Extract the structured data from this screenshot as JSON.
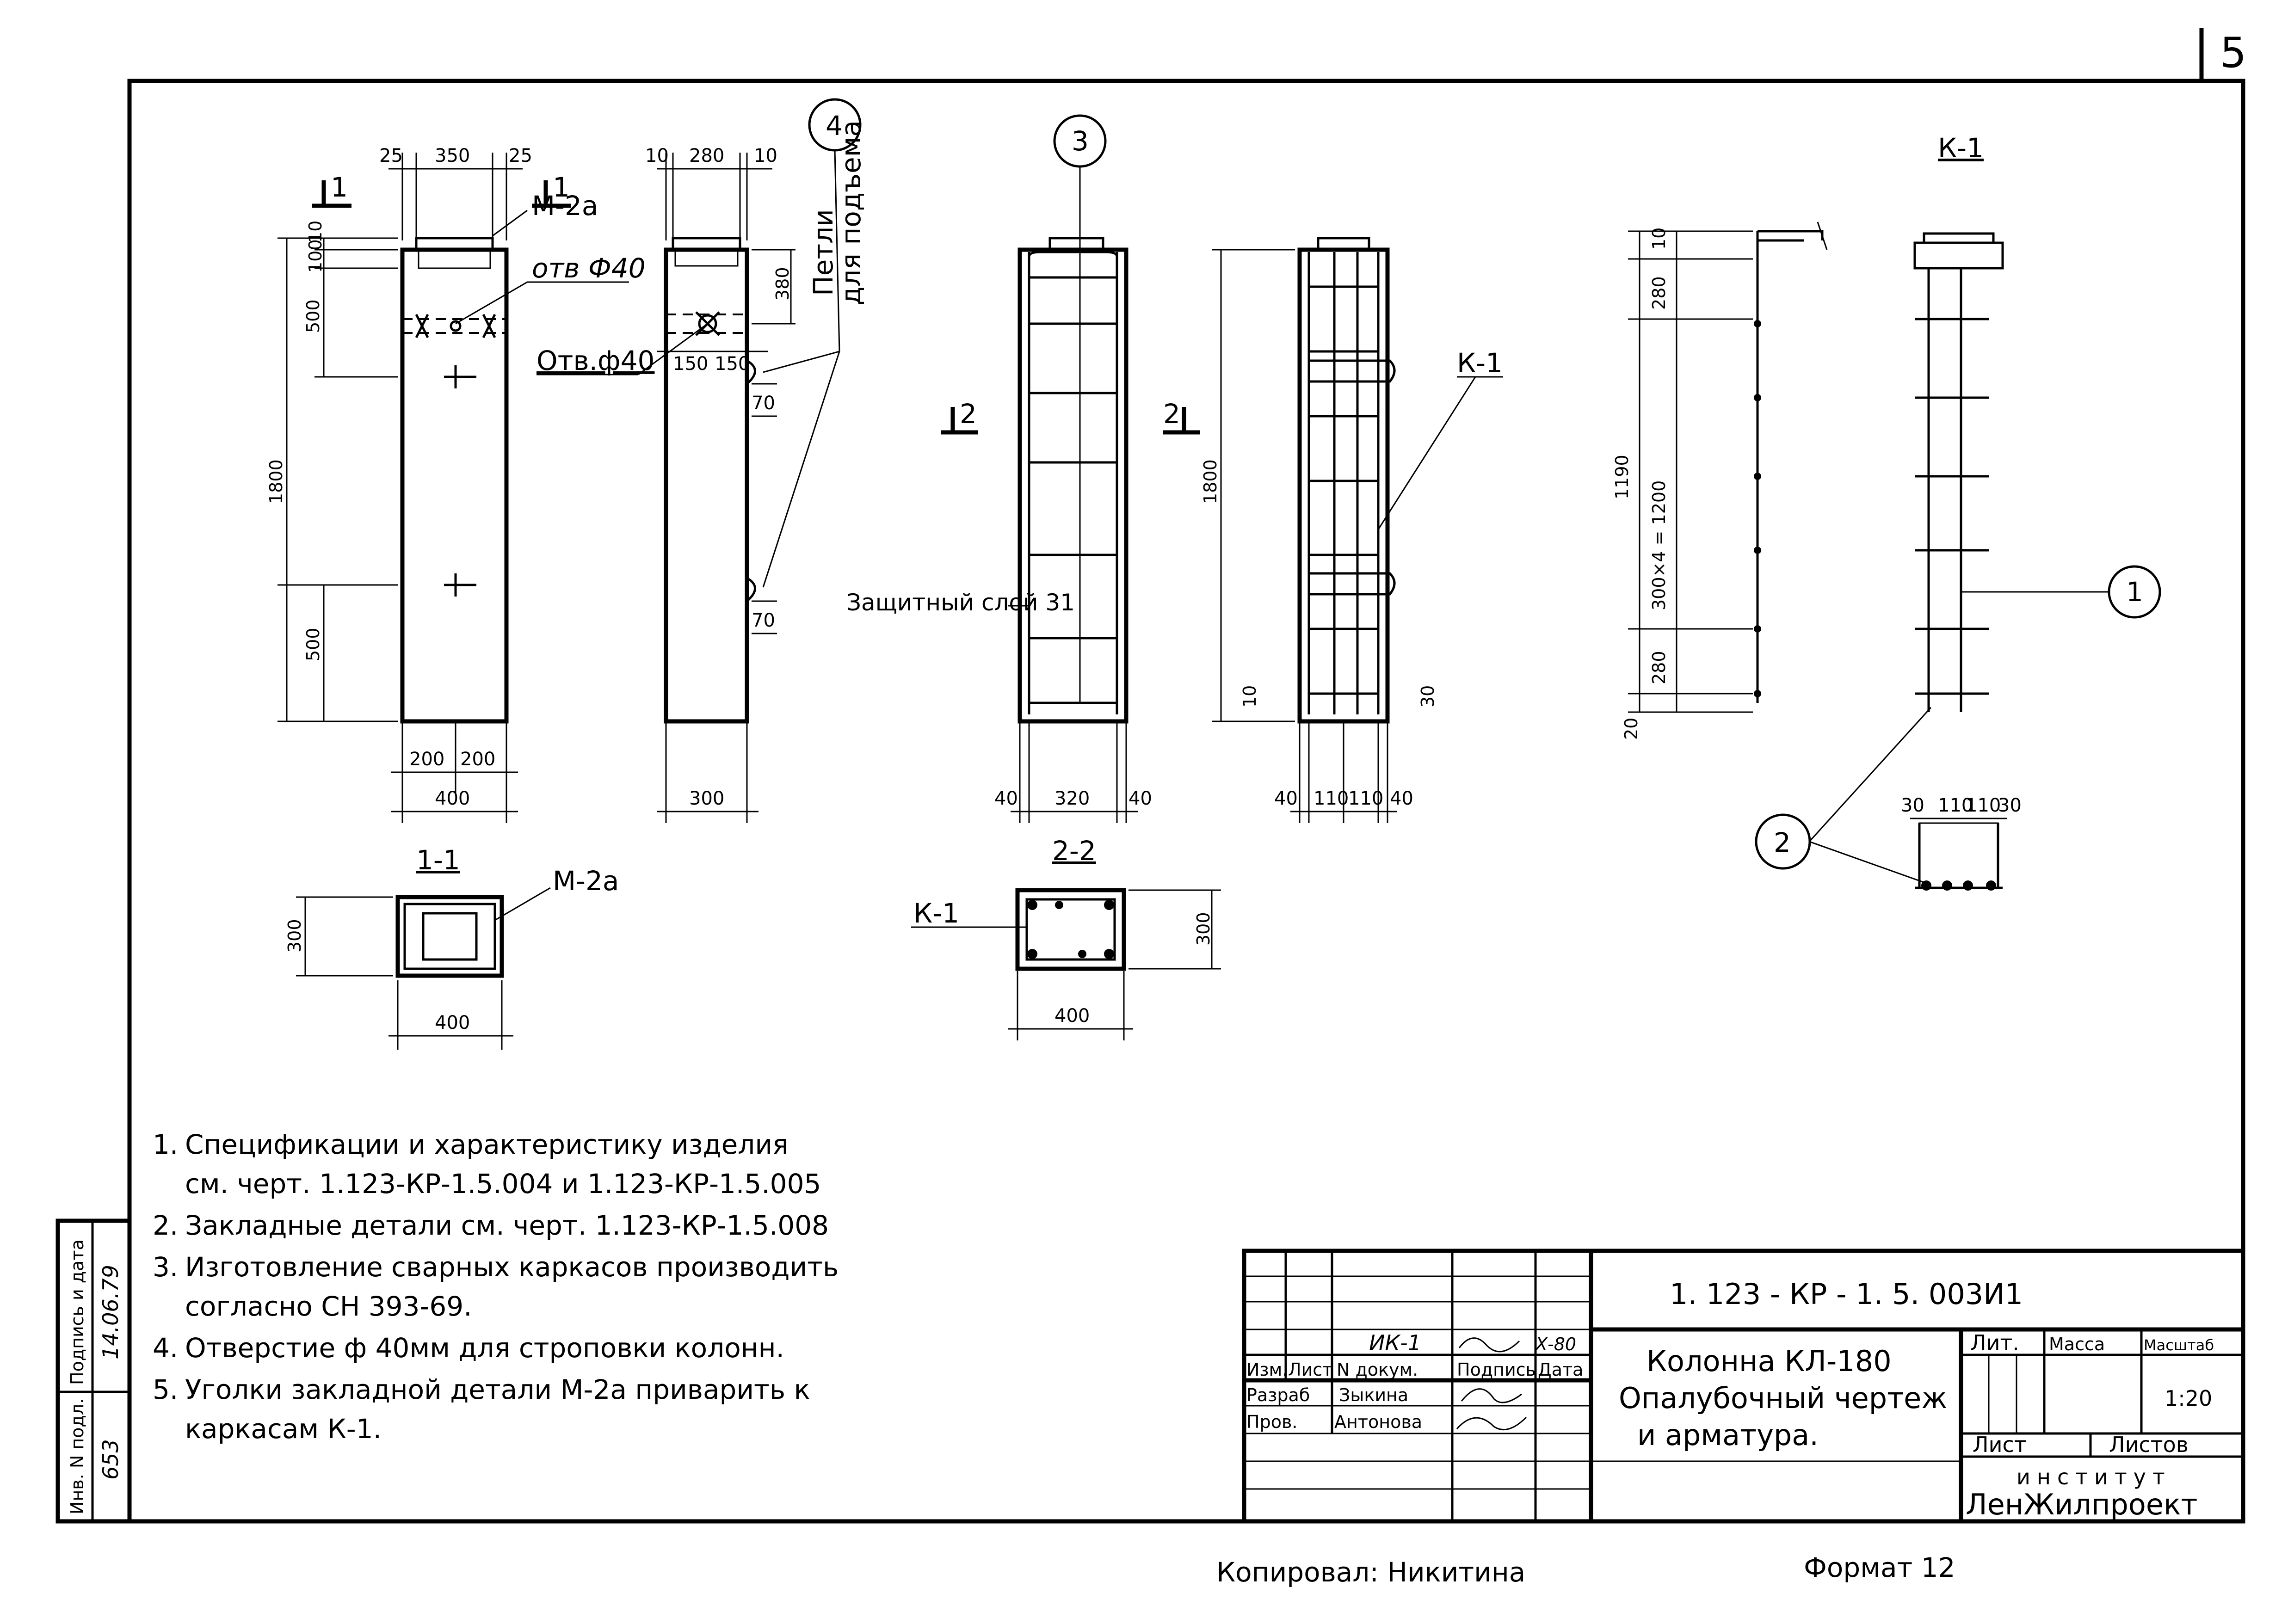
{
  "page_number": "5",
  "drawing_number": "1. 123 - КР - 1. 5. 003И1",
  "title_lines": [
    "Колонна КЛ-180",
    "Опалубочный чертеж",
    "и арматура."
  ],
  "institute_label": "институт",
  "institute_name": "ЛенЖилпроект",
  "scale": "1:20",
  "copied_by": "Копировал: Никитина",
  "format": "Формат 12",
  "title_block": {
    "headers": [
      "Изм.",
      "Лист",
      "N докум.",
      "Подпись",
      "Дата"
    ],
    "rev_doc": "ИК-1",
    "rev_date": "Х-80",
    "roles": [
      "Разраб",
      "Пров."
    ],
    "names": [
      "Зыкина",
      "Антонова"
    ],
    "stage_headers": [
      "Лит.",
      "Масса",
      "Масштаб"
    ],
    "sheet_headers": [
      "Лист",
      "Листов"
    ]
  },
  "side_stamp": {
    "inv_label": "Инв. N подл.",
    "inv_value": "653",
    "sign_label": "Подпись и дата",
    "sign_value": "14.06.79"
  },
  "notes": [
    {
      "n": "1.",
      "lines": [
        "Спецификации   и   характеристику     изделия",
        "см. черт. 1.123-КР-1.5.004 и 1.123-КР-1.5.005"
      ]
    },
    {
      "n": "2.",
      "lines": [
        "Закладные    детали    см. черт. 1.123-КР-1.5.008"
      ]
    },
    {
      "n": "3.",
      "lines": [
        "Изготовление    сварных    каркасов    производить",
        "согласно      СН 393-69."
      ]
    },
    {
      "n": "4.",
      "lines": [
        "Отверстие  ф 40мм  для  строповки    колонн."
      ]
    },
    {
      "n": "5.",
      "lines": [
        "Уголки    закладной   детали    М-2а приварить к",
        "каркасам   К-1."
      ]
    }
  ],
  "labels": {
    "section_1_1": "1-1",
    "section_2_2": "2-2",
    "view_k1": "К-1",
    "cut_1": "1",
    "cut_2": "2",
    "m2a": "М-2а",
    "hole_a": "отв Ф40",
    "hole_b": "Отв.ф40",
    "lifting_loops_1": "Петли",
    "lifting_loops_2": "для подъема",
    "protective_layer": "Защитный слой 31",
    "k1_callout": "К-1",
    "k1_section": "К-1",
    "circle_1": "1",
    "circle_2": "2",
    "circle_3": "3",
    "circle_4": "4"
  },
  "dims": {
    "v1_top": [
      "25",
      "350",
      "25"
    ],
    "v1_left": [
      "10",
      "100",
      "500",
      "1800",
      "500"
    ],
    "v1_bottom": [
      "200",
      "200",
      "400"
    ],
    "v2_top": [
      "10",
      "280",
      "10"
    ],
    "v2_right": [
      "380",
      "70",
      "70"
    ],
    "v2_mid": [
      "150",
      "150"
    ],
    "v2_bottom": "300",
    "v3_bottom": [
      "40",
      "320",
      "40"
    ],
    "v4_left": "1800",
    "v4_small": [
      "10",
      "30"
    ],
    "v4_bottom": [
      "40",
      "110",
      "110",
      "40"
    ],
    "v5_left": [
      "10",
      "280",
      "1190",
      "300×4 = 1200",
      "280",
      "20"
    ],
    "v6_bottom": [
      "30",
      "110",
      "110",
      "30"
    ],
    "s11": [
      "300",
      "400"
    ],
    "s22": [
      "300",
      "400"
    ]
  },
  "colors": {
    "ink": "#000000",
    "paper": "#ffffff"
  }
}
